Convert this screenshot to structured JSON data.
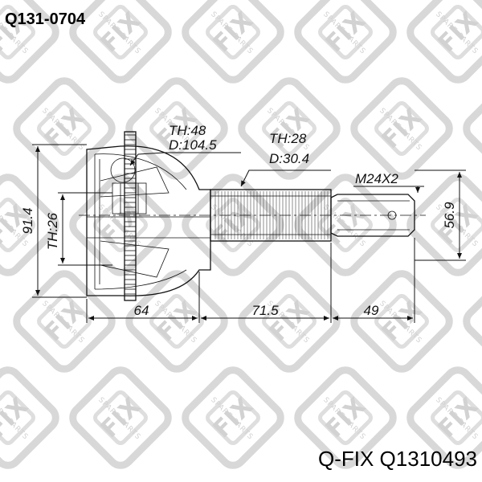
{
  "header": {
    "part_code": "Q131-0704"
  },
  "footer": {
    "brand_part": "Q-FIX Q1310493"
  },
  "watermark": {
    "logo_text": "FIX",
    "tagline": "SPARE PARTS",
    "color": "#d2d2d2"
  },
  "dimensions": {
    "outer_diameter": "91.4",
    "inner_teeth": "TH:26",
    "abs_ring": "TH:48",
    "abs_diameter": "D:104.5",
    "spline_teeth": "TH:28",
    "spline_diameter": "D:30.4",
    "thread": "M24X2",
    "shaft_diameter": "56.9",
    "len_housing": "64",
    "len_spline": "71.5",
    "len_thread": "49"
  }
}
